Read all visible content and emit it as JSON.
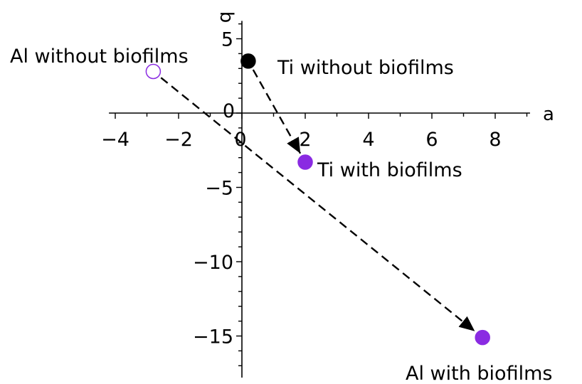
{
  "chart_data": {
    "type": "scatter",
    "title": "",
    "xlabel": "a",
    "ylabel": "b",
    "xlim": [
      -4.2,
      9.1
    ],
    "ylim": [
      -17.8,
      6.2
    ],
    "grid": false,
    "x_ticks": [
      -4,
      -2,
      0,
      2,
      4,
      6,
      8
    ],
    "y_ticks": [
      -15,
      -10,
      -5,
      0,
      5
    ],
    "points": [
      {
        "label": "Al without biofilms",
        "x": -2.8,
        "y": 2.8,
        "fill": "#ffffff",
        "stroke": "#8a2be2"
      },
      {
        "label": "Ti without biofilms",
        "x": 0.2,
        "y": 3.5,
        "fill": "#000000",
        "stroke": "#000000"
      },
      {
        "label": "Ti with biofilms",
        "x": 2.0,
        "y": -3.3,
        "fill": "#8a2be2",
        "stroke": "#8a2be2"
      },
      {
        "label": "Al with biofilms",
        "x": 7.6,
        "y": -15.1,
        "fill": "#8a2be2",
        "stroke": "#8a2be2"
      }
    ],
    "arrows": [
      {
        "from": 1,
        "to": 2,
        "style": "dashed"
      },
      {
        "from": 0,
        "to": 3,
        "style": "dashed"
      }
    ],
    "colors": {
      "axis": "#000000",
      "accent": "#8a2be2"
    }
  }
}
